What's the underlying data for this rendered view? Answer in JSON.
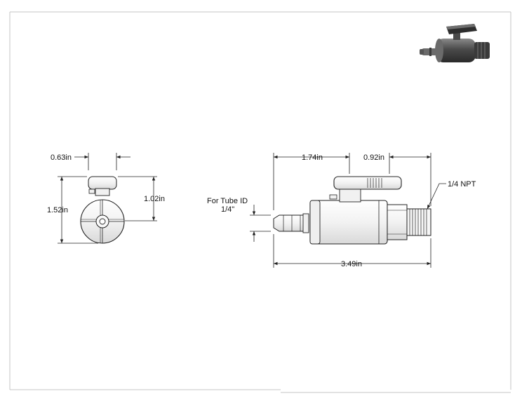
{
  "dimensions": {
    "side_width": "0.63in",
    "side_height_total": "1.52in",
    "side_height_upper": "1.02in",
    "front_handle_offset": "1.74in",
    "front_thread_length": "0.92in",
    "front_total_length": "3.49in",
    "tube_label_line1": "For Tube ID",
    "tube_label_line2": "1/4\"",
    "thread_label": "1/4 NPT"
  },
  "colors": {
    "line": "#222222",
    "body_light": "#f4f4f4",
    "body_shade": "#dcdcdc",
    "iso_dark": "#3a3a3a",
    "iso_mid": "#6b6b6b",
    "iso_light": "#a9a9a9",
    "frame": "#bdbdbd"
  },
  "icons": {
    "iso_view": "valve-isometric-icon",
    "side_view": "valve-side-view-icon",
    "front_view": "valve-front-view-icon"
  }
}
